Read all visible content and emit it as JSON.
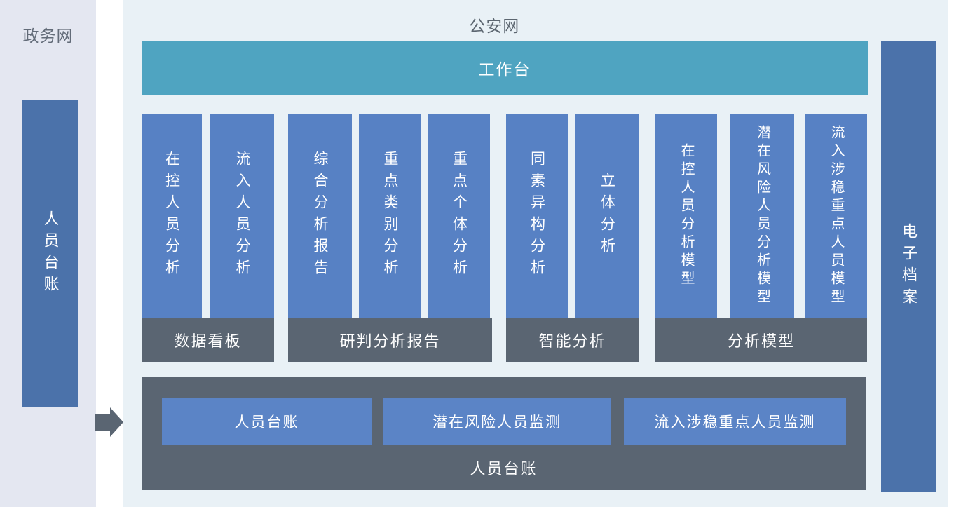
{
  "left_panel": {
    "title": "政务网",
    "ledger_label": "人员台账"
  },
  "main_panel": {
    "title": "公安网",
    "workbench_label": "工作台",
    "groups": [
      {
        "footer": "数据看板",
        "bars": [
          "在控人员分析",
          "流入人员分析"
        ]
      },
      {
        "footer": "研判分析报告",
        "bars": [
          "综合分析报告",
          "重点类别分析",
          "重点个体分析"
        ]
      },
      {
        "footer": "智能分析",
        "bars": [
          "同素异构分析",
          "立体分析"
        ]
      },
      {
        "footer": "分析模型",
        "bars": [
          "在控人员分析模型",
          "潜在风险人员分析模型",
          "流入涉稳重点人员模型"
        ]
      }
    ],
    "bottom_panel": {
      "label": "人员台账",
      "buttons": [
        "人员台账",
        "潜在风险人员监测",
        "流入涉稳重点人员监测"
      ]
    }
  },
  "right_panel": {
    "archive_label": "电子档案"
  },
  "icons": {
    "flow_arrow": "right-arrow-icon"
  },
  "colors": {
    "inner_bar_blue": "#5781c4",
    "outer_bar_blue": "#4b72aa",
    "workbench_teal": "#4fa4c1",
    "footer_dark_slate": "#5a6572",
    "left_panel_bg": "#e4e7f1",
    "main_panel_bg": "#e9f1f6",
    "title_gray": "#5c6670"
  }
}
